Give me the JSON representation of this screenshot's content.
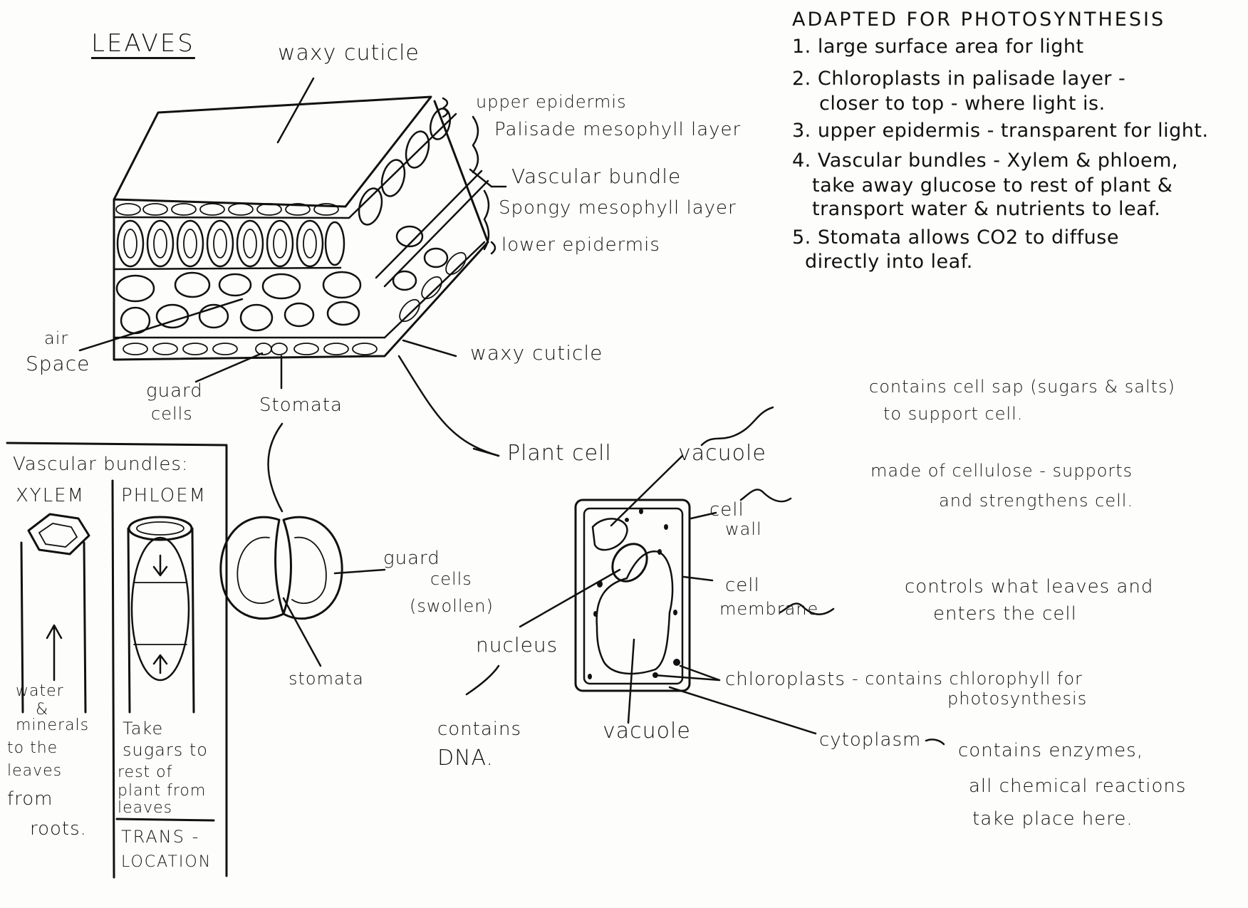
{
  "title": "LEAVES",
  "adaptations": {
    "heading": "ADAPTED FOR PHOTOSYNTHESIS",
    "items": [
      "1. large surface area for light",
      "2. Chloroplasts in palisade layer -",
      "closer to top - where light is.",
      "3. upper epidermis - transparent for light.",
      "4. Vascular bundles - Xylem & phloem,",
      "take away glucose to rest of plant &",
      "transport water & nutrients to leaf.",
      "5. Stomata allows CO2 to diffuse",
      "directly into leaf."
    ]
  },
  "leaf": {
    "waxy_cuticle_top": "waxy cuticle",
    "upper_epidermis": "upper epidermis",
    "palisade": "Palisade mesophyll layer",
    "vascular_bundle": "Vascular bundle",
    "spongy": "Spongy mesophyll layer",
    "lower_epidermis": "lower epidermis",
    "waxy_cuticle_bottom": "waxy cuticle",
    "air_1": "air",
    "air_2": "Space",
    "guard_1": "guard",
    "guard_2": "cells",
    "stomata": "Stomata"
  },
  "vascular": {
    "heading": "Vascular bundles:",
    "xylem": "XYLEM",
    "phloem": "PHLOEM",
    "xylem_note": [
      "water",
      "&",
      "minerals",
      "to the",
      "leaves",
      "from",
      "roots."
    ],
    "phloem_note": [
      "Take",
      "sugars to",
      "rest of",
      "plant from",
      "leaves"
    ],
    "translocation_1": "TRANS -",
    "translocation_2": "LOCATION"
  },
  "stoma": {
    "guard_1": "guard",
    "guard_2": "cells",
    "guard_3": "(swollen)",
    "stomata": "stomata"
  },
  "cell": {
    "plant_cell": "Plant cell",
    "vacuole_top": "vacuole",
    "vacuole_note_1": "contains cell sap (sugars & salts)",
    "vacuole_note_2": "to support cell.",
    "wall_1": "cell",
    "wall_2": "wall",
    "wall_note_1": "made of cellulose - supports",
    "wall_note_2": "and strengthens cell.",
    "membrane_1": "cell",
    "membrane_2": "membrane",
    "membrane_note_1": "controls what leaves and",
    "membrane_note_2": "enters the cell",
    "nucleus": "nucleus",
    "dna_1": "contains",
    "dna_2": "DNA.",
    "chloroplasts": "chloroplasts",
    "chloro_note_1": "- contains chlorophyll for",
    "chloro_note_2": "photosynthesis",
    "vacuole_bottom": "vacuole",
    "cytoplasm": "cytoplasm",
    "cyto_note_1": "contains enzymes,",
    "cyto_note_2": "all chemical reactions",
    "cyto_note_3": "take place here."
  }
}
